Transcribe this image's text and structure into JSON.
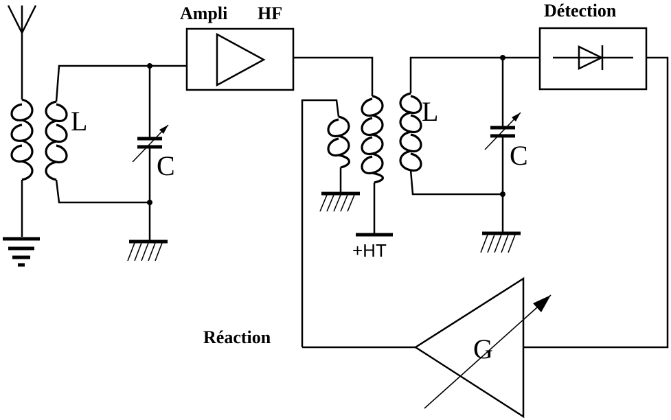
{
  "labels": {
    "ampli": "Ampli",
    "hf": "HF",
    "detection": "Détection",
    "l1": "L",
    "c1": "C",
    "l2": "L",
    "c2": "C",
    "ht": "+HT",
    "reaction": "Réaction",
    "g": "G"
  }
}
